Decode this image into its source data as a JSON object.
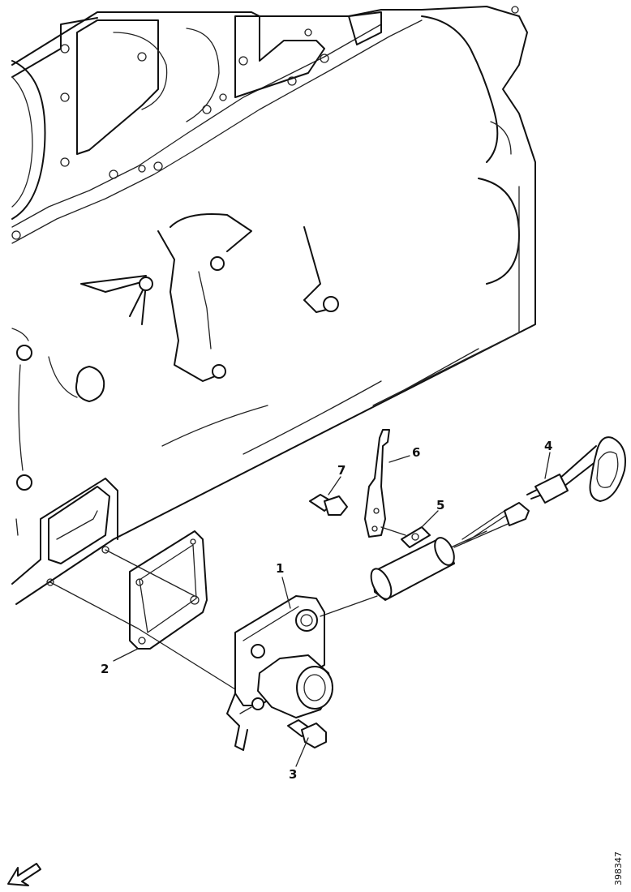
{
  "callouts": {
    "c1": "1",
    "c2": "2",
    "c3": "3",
    "c4": "4",
    "c5": "5",
    "c6": "6",
    "c7": "7"
  },
  "reference_number": "398347",
  "icons": {
    "orientation": "direction-arrow-icon"
  },
  "colors": {
    "line": "#111111",
    "background": "#ffffff"
  }
}
